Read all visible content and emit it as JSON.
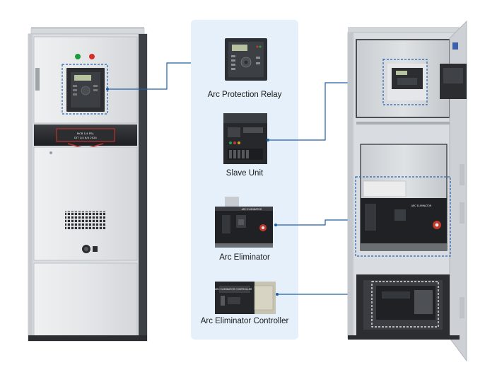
{
  "labels": {
    "relay": "Arc Protection Relay",
    "slave": "Slave Unit",
    "eliminator": "Arc Eliminator",
    "controller": "Arc Eliminator Controller"
  },
  "plate": {
    "line1": "MCB 1/4 P&L",
    "line2": "DIT 1/4 6/4 2024"
  },
  "device_text": {
    "eliminator_brand": "ARC ELIMINATOR",
    "controller_brand": "ARC ELIMINATOR CONTROLLER"
  },
  "colors": {
    "connector": "#1f5fa8",
    "callout_dash": "#2563b0",
    "center_panel": "#e6f0fa",
    "cabinet_body": "#e4e6e8",
    "cabinet_dark": "#2b2d30",
    "plate_red": "#b8322c",
    "lamp_green": "#1f9a3c",
    "lamp_red": "#d3302a"
  }
}
